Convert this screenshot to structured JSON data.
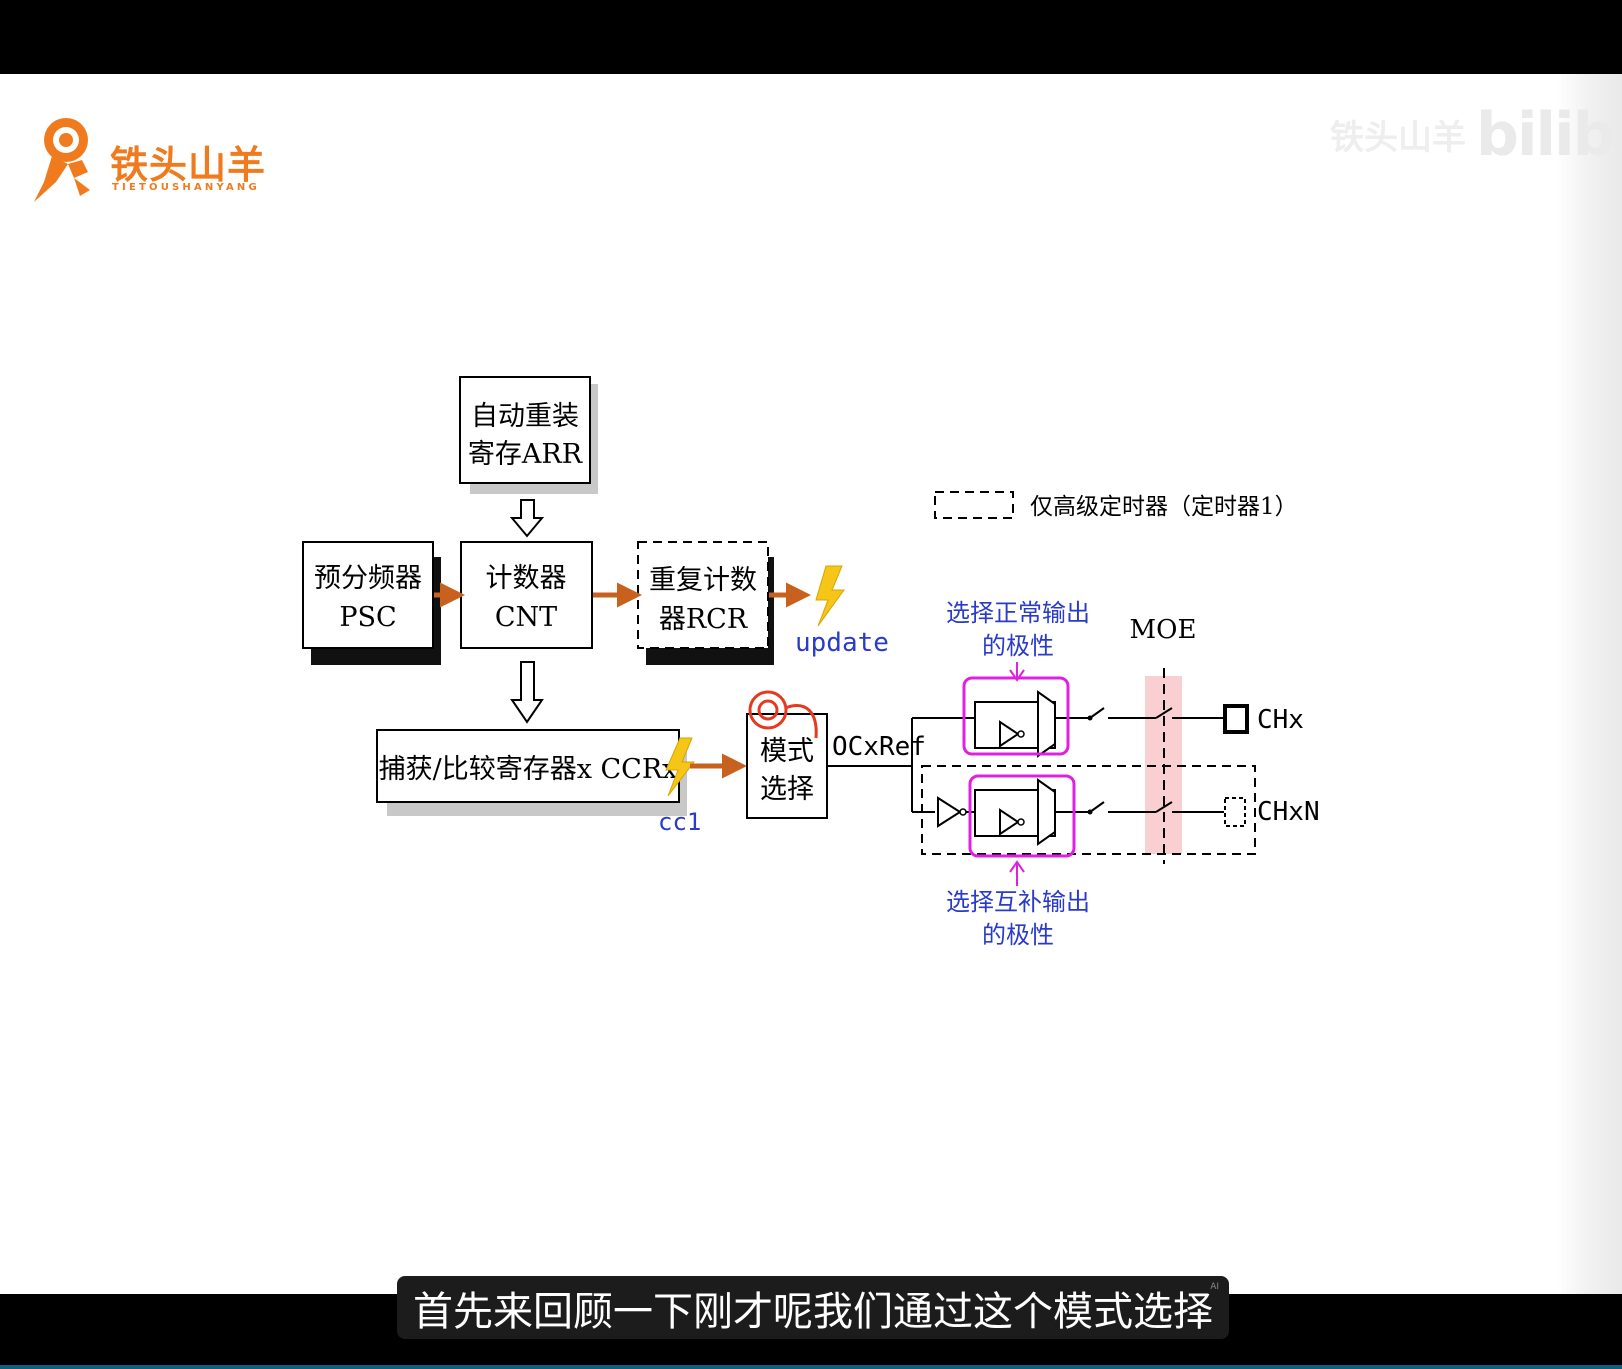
{
  "logo": {
    "title": "铁头山羊",
    "subtitle": "TIETOUSHANYANG",
    "color": "#f07b1e"
  },
  "watermark": {
    "channel": "铁头山羊",
    "brand": "bilibili"
  },
  "diagram": {
    "arr_box": {
      "line1": "自动重装",
      "line2": "寄存ARR"
    },
    "psc_box": {
      "line1": "预分频器",
      "line2": "PSC"
    },
    "cnt_box": {
      "line1": "计数器",
      "line2": "CNT"
    },
    "rcr_box": {
      "line1": "重复计数",
      "line2": "器RCR"
    },
    "ccr_box": {
      "label": "捕获/比较寄存器x CCRx"
    },
    "mode_box": {
      "line1": "模式",
      "line2": "选择"
    },
    "update_label": "update",
    "cc1_label": "cc1",
    "ocxref_label": "OCxRef",
    "moe_label": "MOE",
    "chx_label": "CHx",
    "chxn_label": "CHxN",
    "legend_label": "仅高级定时器（定时器1）",
    "normal_polarity": {
      "line1": "选择正常输出",
      "line2": "的极性"
    },
    "comp_polarity": {
      "line1": "选择互补输出",
      "line2": "的极性"
    },
    "colors": {
      "arrow": "#c8611e",
      "lightning": "#f5c518",
      "blue_text": "#2a3bc9",
      "annotation_magenta": "#e020e0",
      "moe_highlight": "#f9cfd2",
      "annotation_red": "#e33a20"
    }
  },
  "subtitle": {
    "text": "首先来回顾一下刚才呢我们通过这个模式选择",
    "badge": "AI"
  }
}
